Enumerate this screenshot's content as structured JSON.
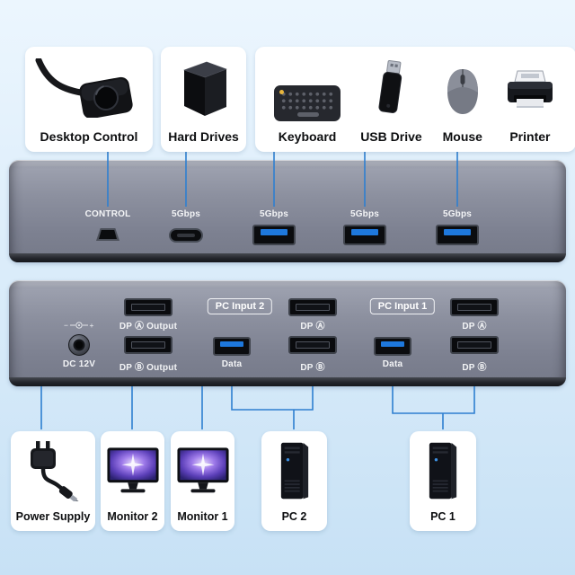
{
  "top_devices": {
    "desktop_control": {
      "label": "Desktop Control"
    },
    "hard_drives": {
      "label": "Hard Drives"
    },
    "peripherals": [
      {
        "label": "Keyboard"
      },
      {
        "label": "USB Drive"
      },
      {
        "label": "Mouse"
      },
      {
        "label": "Printer"
      }
    ]
  },
  "front_panel": {
    "ports": [
      {
        "label": "CONTROL",
        "type": "mini-usb"
      },
      {
        "label": "5Gbps",
        "type": "usb-c"
      },
      {
        "label": "5Gbps",
        "type": "usb-a"
      },
      {
        "label": "5Gbps",
        "type": "usb-a"
      },
      {
        "label": "5Gbps",
        "type": "usb-a"
      }
    ]
  },
  "rear_panel": {
    "dc_label": "DC 12V",
    "dp_a_output_label": "DP Ⓐ Output",
    "dp_b_output_label": "DP Ⓑ Output",
    "pc_input_2": {
      "group_label": "PC Input 2",
      "dp_a_label": "DP Ⓐ",
      "data_label": "Data",
      "dp_b_label": "DP Ⓑ"
    },
    "pc_input_1": {
      "group_label": "PC Input 1",
      "dp_a_label": "DP Ⓐ",
      "data_label": "Data",
      "dp_b_label": "DP Ⓑ"
    }
  },
  "bottom_devices": [
    {
      "label": "Power Supply"
    },
    {
      "label": "Monitor 2"
    },
    {
      "label": "Monitor 1"
    },
    {
      "label": "PC 2"
    },
    {
      "label": "PC 1"
    }
  ],
  "colors": {
    "accent_line": "#2e7fd0",
    "usb_blue": "#1e78dd",
    "bg_top": "#ecf6fe",
    "bg_bottom": "#c7e1f5"
  }
}
